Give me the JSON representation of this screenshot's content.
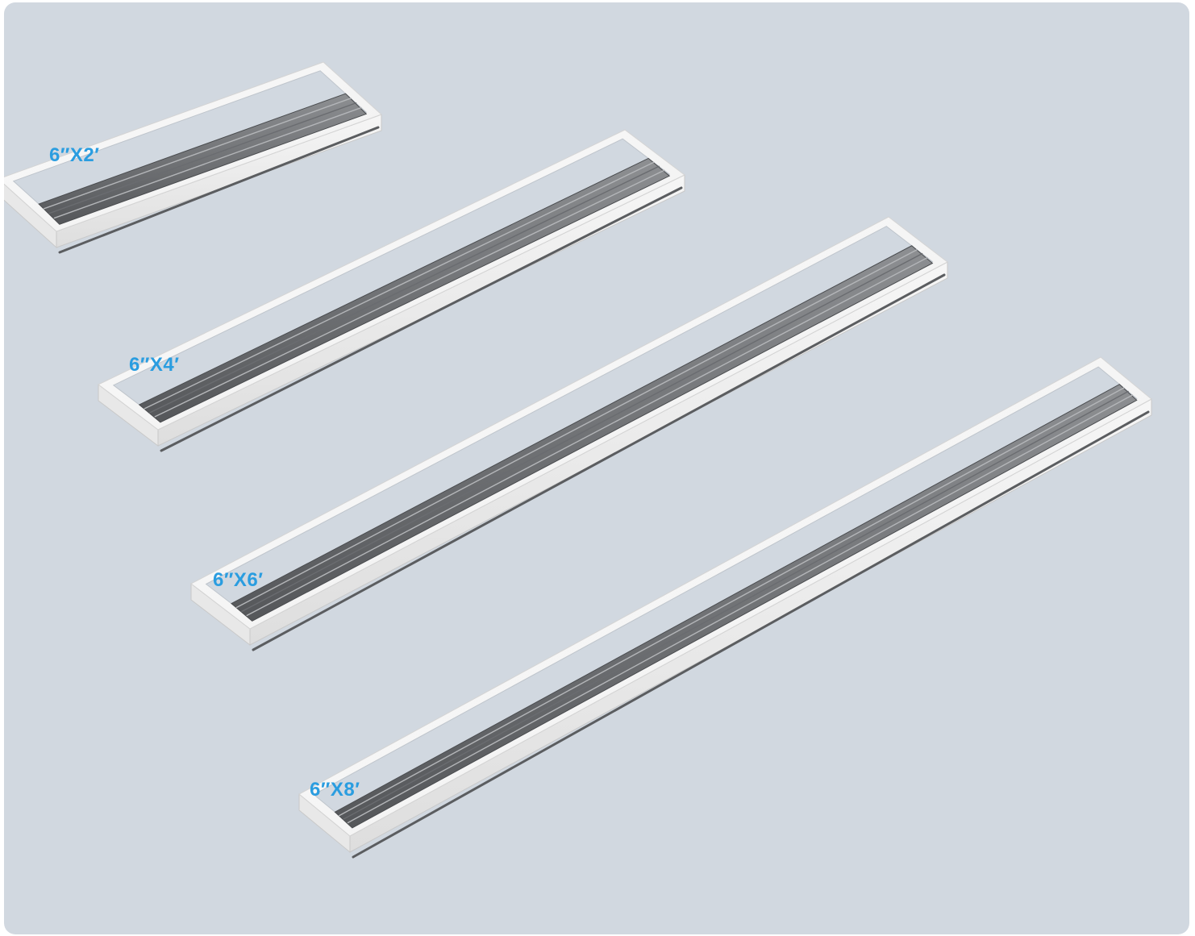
{
  "accent_color": "#2a9de0",
  "background_color": "#d1d8e0",
  "fixtures": [
    {
      "name": "6-x-2-fixture",
      "label": "6″X2′"
    },
    {
      "name": "6-x-4-fixture",
      "label": "6″X4′"
    },
    {
      "name": "6-x-6-fixture",
      "label": "6″X6′"
    },
    {
      "name": "6-x-8-fixture",
      "label": "6″X8′"
    }
  ]
}
